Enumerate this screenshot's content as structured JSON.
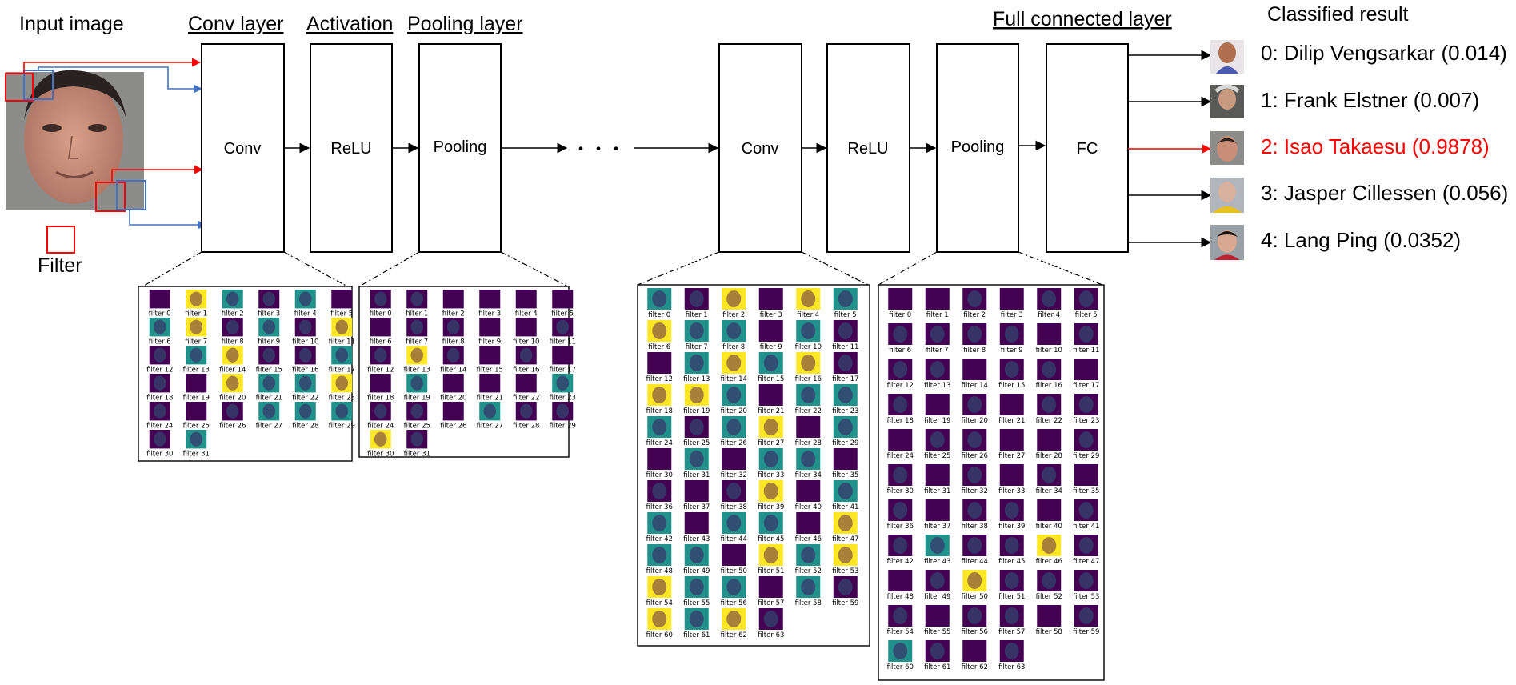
{
  "headers": {
    "input": "Input image",
    "conv": "Conv layer",
    "activation": "Activation",
    "pooling": "Pooling layer",
    "fc": "Full connected layer",
    "result": "Classified result"
  },
  "filter_label": "Filter",
  "boxes": {
    "conv1": "Conv",
    "relu1": "ReLU",
    "pool1": "Pooling",
    "conv2": "Conv",
    "relu2": "ReLU",
    "pool2": "Pooling",
    "fc": "FC"
  },
  "ellipsis": "・・・",
  "results": [
    {
      "text": "0: Dilip Vengsarkar (0.014)",
      "highlight": false
    },
    {
      "text": "1: Frank Elstner (0.007)",
      "highlight": false
    },
    {
      "text": "2: Isao Takaesu (0.9878)",
      "highlight": true
    },
    {
      "text": "3: Jasper Cillessen (0.056)",
      "highlight": false
    },
    {
      "text": "4: Lang Ping (0.0352)",
      "highlight": false
    }
  ],
  "feature_panels": [
    {
      "count": 32,
      "labels": [
        "filter 0",
        "filter 1",
        "filter 2",
        "filter 3",
        "filter 4",
        "filter 5",
        "filter 6",
        "filter 7",
        "filter 8",
        "filter 9",
        "filter 10",
        "filter 11",
        "filter 12",
        "filter 13",
        "filter 14",
        "filter 15",
        "filter 16",
        "filter 17",
        "filter 18",
        "filter 19",
        "filter 20",
        "filter 21",
        "filter 22",
        "filter 23",
        "filter 24",
        "filter 25",
        "filter 26",
        "filter 27",
        "filter 28",
        "filter 29",
        "filter 30",
        "filter 31"
      ]
    },
    {
      "count": 32,
      "labels": [
        "filter 0",
        "filter 1",
        "filter 2",
        "filter 3",
        "filter 4",
        "filter 5",
        "filter 6",
        "filter 7",
        "filter 8",
        "filter 9",
        "filter 10",
        "filter 11",
        "filter 12",
        "filter 13",
        "filter 14",
        "filter 15",
        "filter 16",
        "filter 17",
        "filter 18",
        "filter 19",
        "filter 20",
        "filter 21",
        "filter 22",
        "filter 23",
        "filter 24",
        "filter 25",
        "filter 26",
        "filter 27",
        "filter 28",
        "filter 29",
        "filter 30",
        "filter 31"
      ]
    },
    {
      "count": 64,
      "labels": [
        "filter 0",
        "filter 1",
        "filter 2",
        "filter 3",
        "filter 4",
        "filter 5",
        "filter 6",
        "filter 7",
        "filter 8",
        "filter 9",
        "filter 10",
        "filter 11",
        "filter 12",
        "filter 13",
        "filter 14",
        "filter 15",
        "filter 16",
        "filter 17",
        "filter 18",
        "filter 19",
        "filter 20",
        "filter 21",
        "filter 22",
        "filter 23",
        "filter 24",
        "filter 25",
        "filter 26",
        "filter 27",
        "filter 28",
        "filter 29",
        "filter 30",
        "filter 31",
        "filter 32",
        "filter 33",
        "filter 34",
        "filter 35",
        "filter 36",
        "filter 37",
        "filter 38",
        "filter 39",
        "filter 40",
        "filter 41",
        "filter 42",
        "filter 43",
        "filter 44",
        "filter 45",
        "filter 46",
        "filter 47",
        "filter 48",
        "filter 49",
        "filter 50",
        "filter 51",
        "filter 52",
        "filter 53",
        "filter 54",
        "filter 55",
        "filter 56",
        "filter 57",
        "filter 58",
        "filter 59",
        "filter 60",
        "filter 61",
        "filter 62",
        "filter 63"
      ]
    },
    {
      "count": 64,
      "labels": [
        "filter 0",
        "filter 1",
        "filter 2",
        "filter 3",
        "filter 4",
        "filter 5",
        "filter 6",
        "filter 7",
        "filter 8",
        "filter 9",
        "filter 10",
        "filter 11",
        "filter 12",
        "filter 13",
        "filter 14",
        "filter 15",
        "filter 16",
        "filter 17",
        "filter 18",
        "filter 19",
        "filter 20",
        "filter 21",
        "filter 22",
        "filter 23",
        "filter 24",
        "filter 25",
        "filter 26",
        "filter 27",
        "filter 28",
        "filter 29",
        "filter 30",
        "filter 31",
        "filter 32",
        "filter 33",
        "filter 34",
        "filter 35",
        "filter 36",
        "filter 37",
        "filter 38",
        "filter 39",
        "filter 40",
        "filter 41",
        "filter 42",
        "filter 43",
        "filter 44",
        "filter 45",
        "filter 46",
        "filter 47",
        "filter 48",
        "filter 49",
        "filter 50",
        "filter 51",
        "filter 52",
        "filter 53",
        "filter 54",
        "filter 55",
        "filter 56",
        "filter 57",
        "filter 58",
        "filter 59",
        "filter 60",
        "filter 61",
        "filter 62",
        "filter 63"
      ]
    }
  ],
  "colors": {
    "highlight": "#ff0000",
    "arrow_red": "#ff0000",
    "arrow_blue": "#4472c4",
    "viridis_dark": "#440154",
    "viridis_mid": "#21918c",
    "viridis_light": "#fde725"
  }
}
